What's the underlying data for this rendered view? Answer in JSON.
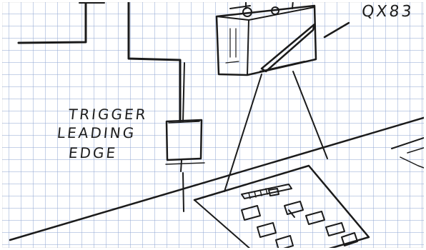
{
  "labels": {
    "trigger_lines": [
      "TRIGGER",
      "LEADING",
      "EDGE"
    ],
    "camera_model": "QX83"
  },
  "colors": {
    "ink": "#1b1b1b",
    "grid": "#97acd6",
    "paper": "#ffffff"
  }
}
